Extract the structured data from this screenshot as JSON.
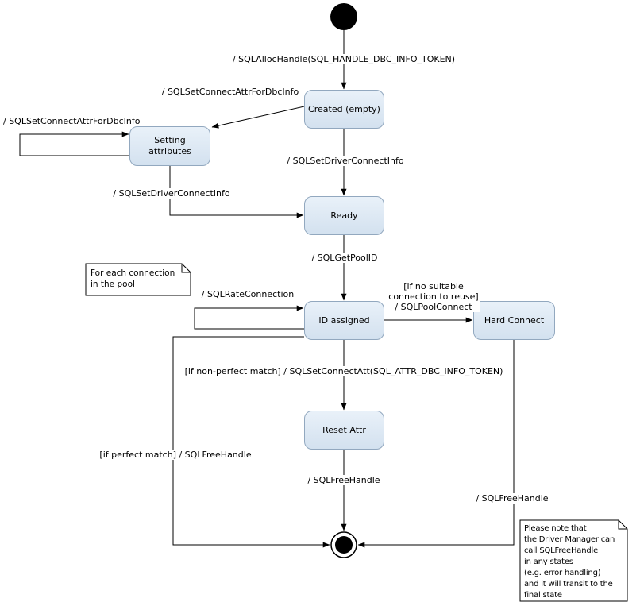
{
  "colors": {
    "state_fill_top": "#e9f1f9",
    "state_fill_bottom": "#d3e1ef",
    "state_border": "#92a8bf",
    "line": "#000000",
    "note_fill": "#ffffff",
    "text": "#000000"
  },
  "states": {
    "created": "Created (empty)",
    "setting_line1": "Setting",
    "setting_line2": "attributes",
    "ready": "Ready",
    "id_assigned": "ID assigned",
    "hard_connect": "Hard Connect",
    "reset_attr": "Reset Attr"
  },
  "transitions": {
    "alloc_handle": "/ SQLAllocHandle(SQL_HANDLE_DBC_INFO_TOKEN)",
    "set_connect_attr": "/ SQLSetConnectAttrForDbcInfo",
    "set_connect_attr_loop": "/ SQLSetConnectAttrForDbcInfo",
    "set_driver_connect_left": "/ SQLSetDriverConnectInfo",
    "set_driver_connect": "/ SQLSetDriverConnectInfo",
    "get_pool_id": "/ SQLGetPoolID",
    "rate_connection": "/ SQLRateConnection",
    "pool_connect_guard_line1": "[if no suitable",
    "pool_connect_guard_line2": "connection to reuse]",
    "pool_connect": "/ SQLPoolConnect",
    "non_perfect_match": "[if non-perfect match] / SQLSetConnectAtt(SQL_ATTR_DBC_INFO_TOKEN)",
    "free_handle_center": "/ SQLFreeHandle",
    "perfect_match": "[if perfect match] / SQLFreeHandle",
    "free_handle_right": "/ SQLFreeHandle"
  },
  "notes": {
    "pool_note": [
      "For each connection",
      "in the pool"
    ],
    "free_handle_note": [
      "Please note that",
      "the Driver Manager can",
      "call SQLFreeHandle",
      "in any states",
      "(e.g. error handling)",
      "and it will transit to the",
      "final state"
    ]
  }
}
